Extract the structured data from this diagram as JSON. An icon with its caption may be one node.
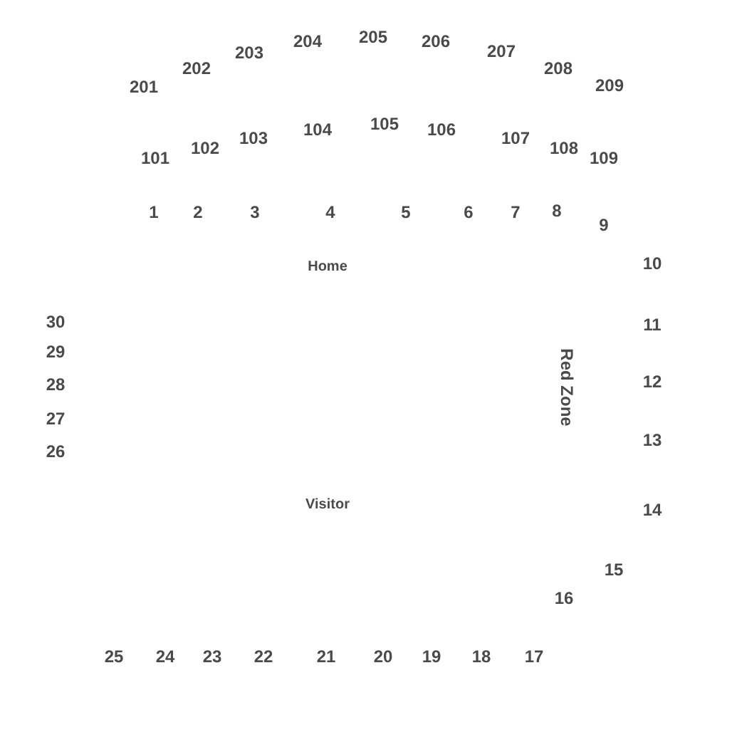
{
  "diagram": {
    "labels": [
      "201",
      "202",
      "203",
      "204",
      "205",
      "206",
      "207",
      "208",
      "209",
      "101",
      "102",
      "103",
      "104",
      "105",
      "106",
      "107",
      "108",
      "109",
      "1",
      "2",
      "3",
      "4",
      "5",
      "6",
      "7",
      "8",
      "9",
      "Home",
      "10",
      "30",
      "11",
      "29",
      "28",
      "Red Zone",
      "12",
      "27",
      "13",
      "26",
      "Visitor",
      "14",
      "15",
      "16",
      "25",
      "24",
      "23",
      "22",
      "21",
      "20",
      "19",
      "18",
      "17"
    ]
  }
}
